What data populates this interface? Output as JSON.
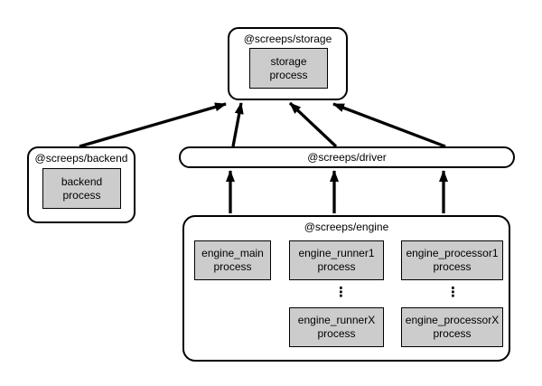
{
  "colors": {
    "background": "#ffffff",
    "package_fill": "#ffffff",
    "process_fill": "#cccccc",
    "border": "#000000",
    "arrow": "#000000"
  },
  "packages": {
    "storage": {
      "label": "@screeps/storage",
      "processes": [
        {
          "label": "storage\nprocess"
        }
      ]
    },
    "backend": {
      "label": "@screeps/backend",
      "processes": [
        {
          "label": "backend\nprocess"
        }
      ]
    },
    "driver": {
      "label": "@screeps/driver"
    },
    "engine": {
      "label": "@screeps/engine",
      "processes": [
        {
          "label": "engine_main\nprocess"
        },
        {
          "label": "engine_runner1\nprocess"
        },
        {
          "label": "engine_processor1\nprocess"
        },
        {
          "label": "engine_runnerX\nprocess"
        },
        {
          "label": "engine_processorX\nprocess"
        }
      ],
      "ellipsis": "⋮"
    }
  },
  "edges": [
    {
      "from": "backend",
      "to": "storage"
    },
    {
      "from": "driver",
      "to": "storage"
    },
    {
      "from": "driver",
      "to": "storage"
    },
    {
      "from": "driver",
      "to": "storage"
    },
    {
      "from": "engine",
      "to": "driver"
    },
    {
      "from": "engine",
      "to": "driver"
    },
    {
      "from": "engine",
      "to": "driver"
    }
  ]
}
